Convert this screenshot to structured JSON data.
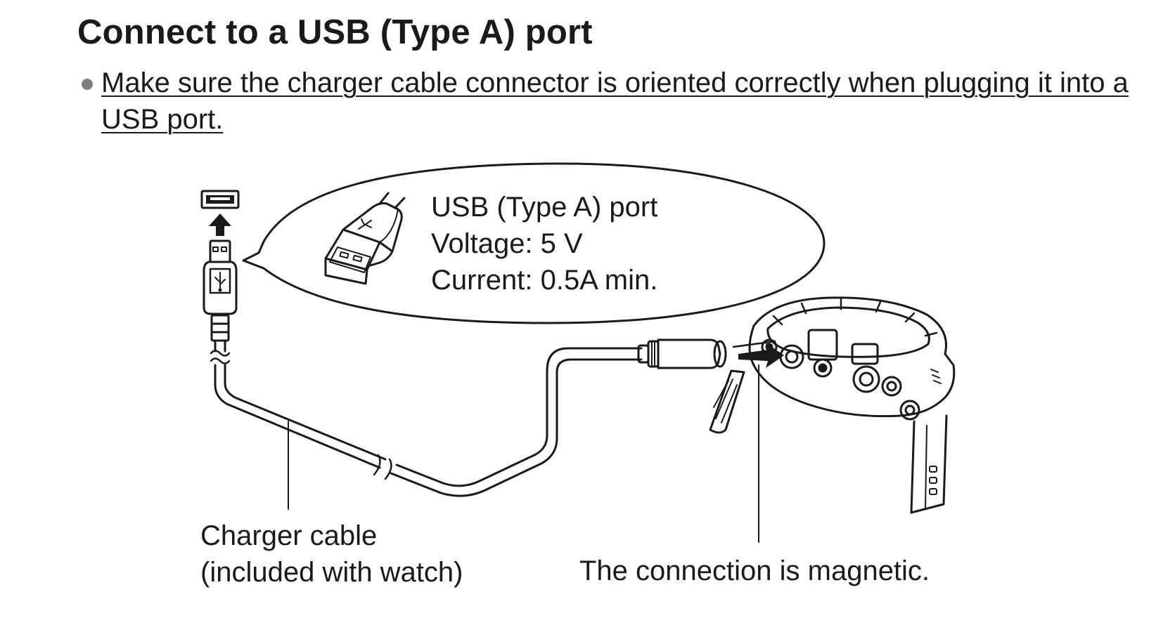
{
  "heading": "Connect to a USB (Type A) port",
  "note": "Make sure the charger cable connector is oriented correctly when plugging it into a USB port.",
  "callout": {
    "port": "USB (Type A) port",
    "voltage": "Voltage: 5 V",
    "current": "Current: 0.5A min."
  },
  "labels": {
    "cable_line1": "Charger cable",
    "cable_line2": "(included with watch)",
    "magnetic": "The connection is magnetic."
  },
  "icons": [
    "usb-port-icon",
    "arrow-up-icon",
    "usb-plug-icon",
    "usb-symbol-icon",
    "magnetic-connector-icon",
    "watch-icon"
  ],
  "colors": {
    "ink": "#1a1a1a",
    "bullet": "#7f7f7f",
    "background": "#ffffff"
  }
}
